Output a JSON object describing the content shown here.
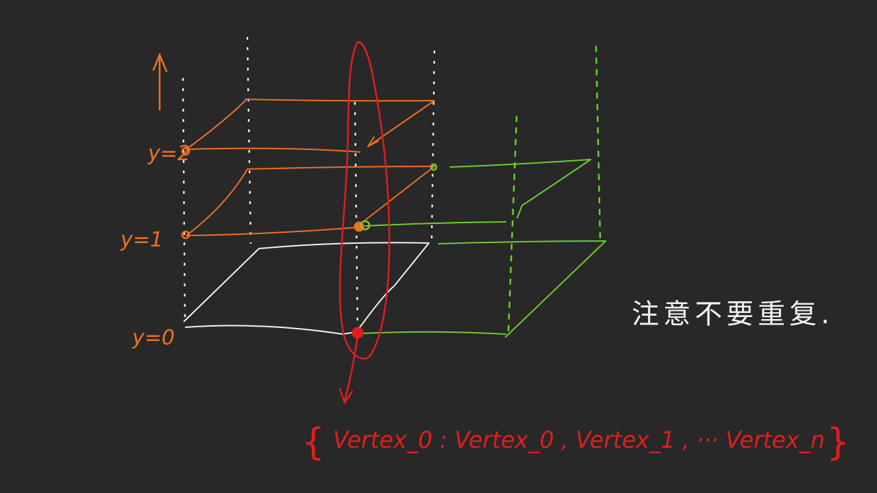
{
  "labels": {
    "y2": "y=2",
    "y1": "y=1",
    "y0": "y=0"
  },
  "note": "注意不要重复.",
  "formula": {
    "open_brace": "{",
    "text": "Vertex_0 : Vertex_0 , Vertex_1 , ··· Vertex_n",
    "close_brace": "}"
  },
  "colors": {
    "background": "#282828",
    "orange": "#ee7022",
    "green": "#6ccf2a",
    "red": "#e01e1e",
    "white": "#f2f2f2"
  }
}
